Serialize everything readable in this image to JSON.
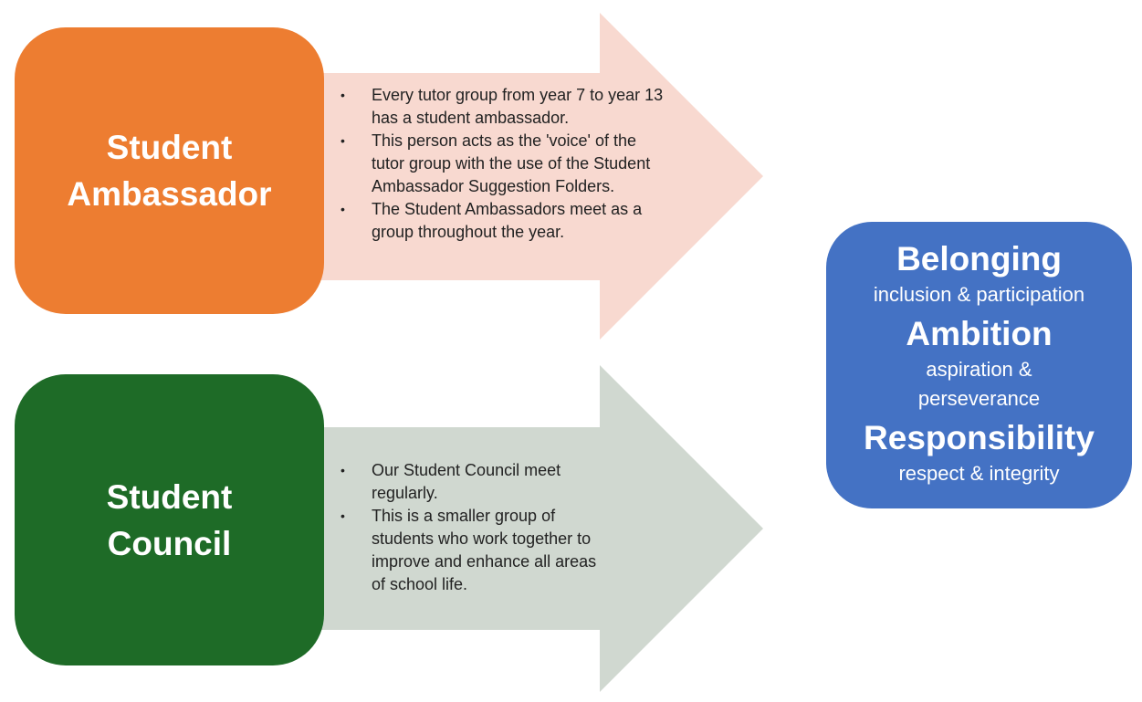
{
  "colors": {
    "ambassador_box": "#ed7d31",
    "ambassador_arrow": "#f8d9d0",
    "council_box": "#1e6b27",
    "council_arrow": "#d0d8d0",
    "values_box": "#4472c4"
  },
  "ambassador": {
    "title_line1": "Student",
    "title_line2": "Ambassador",
    "points": [
      "Every tutor group from year 7 to year 13 has a student ambassador.",
      "This person acts as the 'voice' of the tutor group with the use of the Student Ambassador Suggestion Folders.",
      "The Student Ambassadors meet as a group throughout the year."
    ]
  },
  "council": {
    "title_line1": "Student",
    "title_line2": "Council",
    "points": [
      "Our Student Council meet regularly.",
      "This is a smaller group of students who work together to improve and enhance all areas of school life."
    ]
  },
  "values": [
    {
      "title": "Belonging",
      "desc": "inclusion & participation"
    },
    {
      "title": "Ambition",
      "desc": "aspiration & perseverance"
    },
    {
      "title": "Responsibility",
      "desc": "respect & integrity"
    }
  ]
}
